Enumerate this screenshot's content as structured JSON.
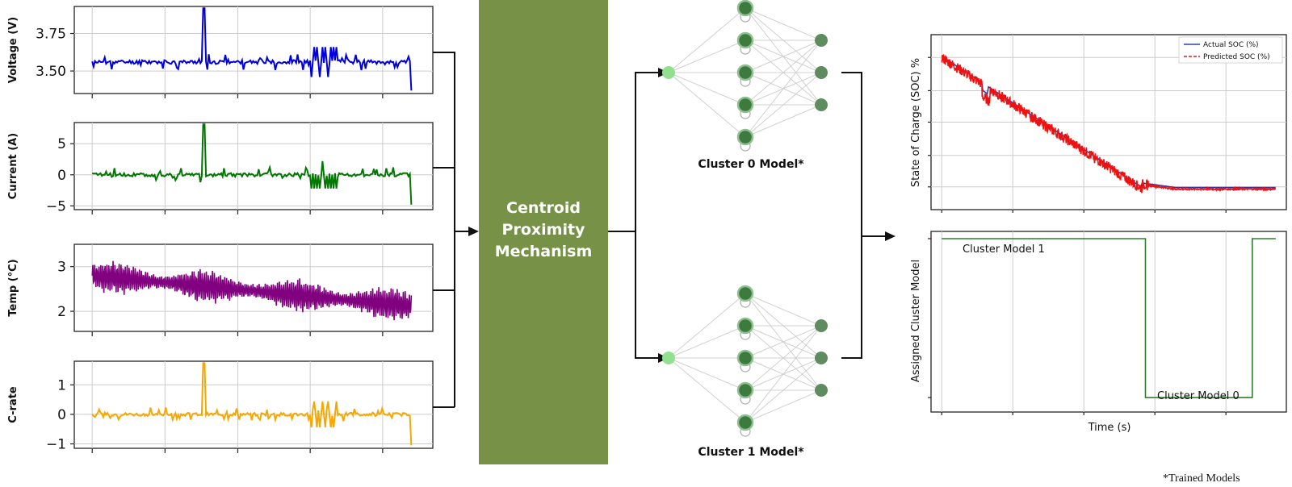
{
  "signal_plots": [
    {
      "id": "voltage",
      "ylabel": "Voltage (V)",
      "color": "#0000dd",
      "ylim": [
        3.35,
        3.93
      ],
      "yticks": [
        {
          "v": 3.5,
          "label": "3.50"
        },
        {
          "v": 3.75,
          "label": "3.75"
        }
      ],
      "baseline": 3.56,
      "amp": 0.05,
      "pattern": "spiky",
      "end_value": 3.37
    },
    {
      "id": "current",
      "ylabel": "Current (A)",
      "color": "#007700",
      "ylim": [
        -5.6,
        8.4
      ],
      "yticks": [
        {
          "v": -5,
          "label": "−5"
        },
        {
          "v": 0,
          "label": "0"
        },
        {
          "v": 5,
          "label": "5"
        }
      ],
      "baseline": 0,
      "amp": 1.1,
      "pattern": "spiky",
      "end_value": -4.8
    },
    {
      "id": "temp",
      "ylabel": "Temp (°C)",
      "color": "#800080",
      "ylim": [
        1.55,
        3.5
      ],
      "yticks": [
        {
          "v": 2,
          "label": "2"
        },
        {
          "v": 3,
          "label": "3"
        }
      ],
      "baseline": 2.8,
      "pattern": "oscillating",
      "end_value": 2.0
    },
    {
      "id": "crate",
      "ylabel": "C-rate",
      "color": "#f5a800",
      "ylim": [
        -1.15,
        1.8
      ],
      "yticks": [
        {
          "v": -1,
          "label": "−1"
        },
        {
          "v": 0,
          "label": "0"
        },
        {
          "v": 1,
          "label": "1"
        }
      ],
      "baseline": 0,
      "amp": 0.22,
      "pattern": "spiky",
      "end_value": -1.05
    }
  ],
  "mechanism": {
    "lines": [
      "Centroid",
      "Proximity",
      "Mechanism"
    ],
    "color": "#779246"
  },
  "models": [
    {
      "label": "Cluster 0 Model*"
    },
    {
      "label": "Cluster 1 Model*"
    }
  ],
  "network": {
    "input_color": "#90e090",
    "hidden_color": "#3d7a3d",
    "output_color": "#5e8c5e"
  },
  "soc_chart": {
    "ylabel": "State of Charge (SOC) %",
    "legend": [
      {
        "name": "Actual SOC (%)",
        "color": "#3344aa",
        "style": "solid"
      },
      {
        "name": "Predicted SOC (%)",
        "color": "#cc2222",
        "style": "dashed"
      }
    ],
    "actual_color": "#2233aa",
    "predicted_color": "#ee1111"
  },
  "cluster_chart": {
    "ylabel": "Assigned Cluster Model",
    "xlabel": "Time (s)",
    "annotations": [
      "Cluster Model 1",
      "Cluster Model 0"
    ],
    "line_color": "#2e7d2e",
    "segments": [
      {
        "from": 0.0,
        "to": 0.61,
        "cluster": 1
      },
      {
        "from": 0.61,
        "to": 0.93,
        "cluster": 0
      },
      {
        "from": 0.93,
        "to": 1.0,
        "cluster": 1
      }
    ]
  },
  "footnote": "*Trained Models"
}
